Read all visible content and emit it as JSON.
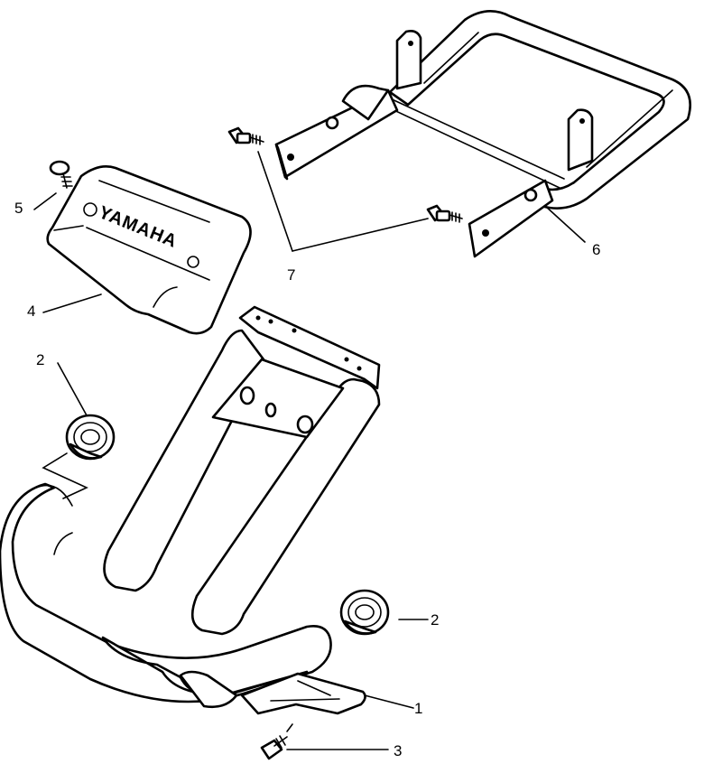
{
  "brand": "YAMAHA",
  "callouts": [
    {
      "id": "1",
      "label": "1"
    },
    {
      "id": "2a",
      "label": "2"
    },
    {
      "id": "2b",
      "label": "2"
    },
    {
      "id": "3",
      "label": "3"
    },
    {
      "id": "4",
      "label": "4"
    },
    {
      "id": "5",
      "label": "5"
    },
    {
      "id": "6",
      "label": "6"
    },
    {
      "id": "7",
      "label": "7"
    }
  ]
}
